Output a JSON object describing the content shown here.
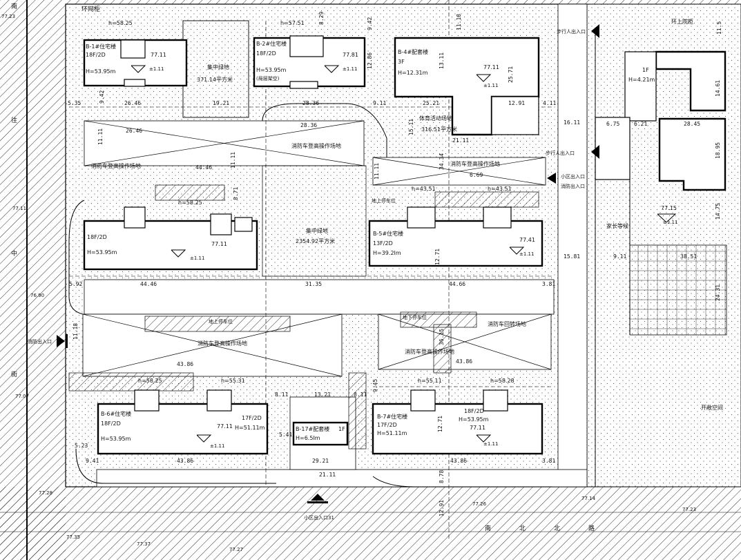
{
  "streets": {
    "north": "环网柜",
    "west": [
      "南",
      "往",
      "中",
      "街"
    ],
    "south": [
      "南",
      "北",
      "北",
      "路"
    ],
    "east_top": "环上院柜"
  },
  "buildings": [
    {
      "id": "b1",
      "name": "B-1#住宅楼",
      "floors": "18F/2D",
      "height": "H=53.95m",
      "roof": "h=58.25",
      "elev": "77.11",
      "level": "±1.11"
    },
    {
      "id": "b2",
      "name": "B-2#住宅楼",
      "floors": "18F/2D",
      "height": "H=53.95m",
      "extra": "(局层架空)",
      "roof": "h=57.51",
      "elev": "77.81",
      "level": "±1.11"
    },
    {
      "id": "b4",
      "name": "B-4#配套楼",
      "floors": "3F",
      "height": "H=12.31m",
      "elev": "77.11",
      "level": "±1.11"
    },
    {
      "id": "b3",
      "name": "",
      "floors": "18F/2D",
      "height": "H=53.95m",
      "roof": "h=58.25",
      "elev": "77.11",
      "level": "±1.11"
    },
    {
      "id": "b5",
      "name": "B-5#住宅楼",
      "floors": "13F/2D",
      "height": "H=39.2Im",
      "roof1": "h=43.51",
      "roof2": "h=43.51",
      "elev": "77.41",
      "level": "±1.11"
    },
    {
      "id": "b6",
      "name": "B-6#住宅楼",
      "floors": "18F/2D",
      "height": "H=53.95m",
      "floors2": "17F/2D",
      "height2": "H=51.11m",
      "roof1": "h=58.25",
      "roof2": "h=55.31",
      "elev": "77.11",
      "level": "±1.11"
    },
    {
      "id": "b17",
      "name": "B-17#配套楼",
      "floors": "1F",
      "height": "H=6.5Im"
    },
    {
      "id": "b7",
      "name": "B-7#住宅楼",
      "floors": "17F/2D",
      "height": "H=51.11m",
      "floors2": "18F/2D",
      "height2": "H=53.95m",
      "roof1": "h=55.11",
      "roof2": "h=58.28",
      "elev": "77.11",
      "level": "±1.11"
    },
    {
      "id": "kg",
      "name": "家长等候",
      "floors": "1F",
      "height": "H=4.21m",
      "elev": "77.15",
      "level": "±1.11"
    }
  ],
  "areas": {
    "green1": "集中绿地",
    "green1_area": "371.14平方米",
    "green2": "集中绿地",
    "green2_area": "2354.92平方米",
    "sport": "体育活动场地",
    "sport_area": "316.51平方米",
    "fire1": "消防车登高操作场地",
    "fire2": "消防车登高操作场地",
    "fire3": "消防车登高操作场地",
    "fire4": "消防车登高操作场地",
    "fire5": "消防车登高操作场地",
    "fireturn": "消防车回转场地",
    "dixia1": "地上停车位",
    "dixia2": "地上停车位",
    "dixia3": "地下停车位",
    "kongjian": "开敞空间"
  },
  "entrances": {
    "west": "消防出入口",
    "north_ped": "步行人出入口",
    "east_ped": "步行人出入口",
    "east_car": "小区出入口",
    "east_fire": "消防出入口",
    "south": "小区出入口31"
  },
  "dims": {
    "d1": "26.46",
    "d2": "19.21",
    "d3": "28.36",
    "d4": "9.11",
    "d5": "25.21",
    "d6": "16.11",
    "d7": "6.75",
    "d8": "6.21",
    "d9": "28.45",
    "d10": "44.46",
    "d11": "31.35",
    "d12": "44.66",
    "d13": "3.81",
    "d14": "5.92",
    "d15": "5.35",
    "d16": "9.42",
    "d17": "11.11",
    "d18": "13.21",
    "d19": "8.11",
    "d20": "29.21",
    "d21": "21.11",
    "d22": "43.86",
    "d23": "43.86",
    "d24": "9.41",
    "d25": "5.23",
    "d26": "43.86",
    "d27": "15.81",
    "d28": "9.11",
    "d29": "38.51",
    "d30": "24.31",
    "d31": "14.75",
    "d32": "18.95",
    "d33": "14.61",
    "d34": "25.71",
    "d35": "12.91",
    "d36": "13.11",
    "d37": "34.34",
    "d38": "21.11",
    "d39": "15.11",
    "d40": "11.18",
    "d41": "8.29",
    "d42": "9.42",
    "d43": "12.86",
    "d44": "8.11",
    "d45": "12.71",
    "d46": "12.71",
    "d47": "36.15",
    "d48": "9.45",
    "d49": "8.78",
    "d50": "12.91",
    "d51": "11.11",
    "d52": "11.11",
    "d53": "11.18",
    "d54": "4.11",
    "d55": "5.41",
    "d56": "8.71",
    "d57": "6.69",
    "d58": "11.5"
  },
  "spot_elev": {
    "e1": "77.23",
    "e2": "77.11",
    "e3": "76.90",
    "e4": "77.07",
    "e5": "77.28",
    "e6": "77.35",
    "e7": "77.37",
    "e8": "77.27",
    "e9": "77.26",
    "e10": "77.14",
    "e11": "77.23"
  }
}
